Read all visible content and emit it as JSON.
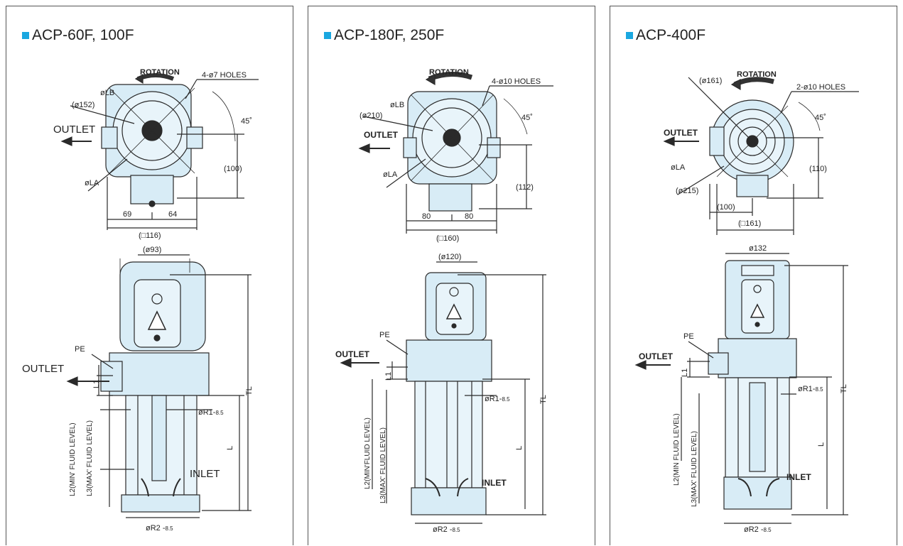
{
  "colors": {
    "body": "#d8ecf6",
    "line": "#2a2a2a",
    "accent": "#1aa7e0"
  },
  "panels": [
    {
      "title": "ACP-60F, 100F",
      "top": {
        "rotation": "ROTATION",
        "holes": "4-ø7  HOLES",
        "angle": "45˚",
        "pcd": "(ø152)",
        "lb": "øLB",
        "la": "øLA",
        "outlet": "OUTLET",
        "height_dim": "(100)",
        "left_dim": "69",
        "right_dim": "64",
        "square": "(□116)"
      },
      "side": {
        "dia": "(ø93)",
        "pe": "PE",
        "outlet": "OUTLET",
        "l1": "L1",
        "tl": "TL",
        "r1": "øR1-",
        "r1_tol": "8.5",
        "l": "L",
        "l2": "L2(MIN' FLUID LEVEL)",
        "l3": "L3(MAX' FLUID LEVEL)",
        "inlet": "INLET",
        "r2": "øR2 -",
        "r2_tol": "8.5"
      }
    },
    {
      "title": "ACP-180F, 250F",
      "top": {
        "rotation": "ROTATION",
        "holes": "4-ø10  HOLES",
        "angle": "45˚",
        "pcd": "(ø210)",
        "lb": "øLB",
        "la": "øLA",
        "outlet": "OUTLET",
        "height_dim": "(112)",
        "left_dim": "80",
        "right_dim": "80",
        "square": "(□160)"
      },
      "side": {
        "dia": "(ø120)",
        "pe": "PE",
        "outlet": "OUTLET",
        "l1": "L1",
        "tl": "TL",
        "r1": "øR1-",
        "r1_tol": "8.5",
        "l": "L",
        "l2": "L2(MIN'FLUID LEVEL)",
        "l3": "L3(MAX' FLUID LEVEL)",
        "inlet": "INLET",
        "r2": "øR2 -",
        "r2_tol": "8.5"
      }
    },
    {
      "title": "ACP-400F",
      "top": {
        "rotation": "ROTATION",
        "holes": "2-ø10  HOLES",
        "angle": "45˚",
        "pcd": "(ø161)",
        "la": "øLA",
        "pcd2": "(ø215)",
        "outlet": "OUTLET",
        "height_dim": "(110)",
        "bottom_dim": "(100)",
        "square": "(□161)"
      },
      "side": {
        "dia": "ø132",
        "pe": "PE",
        "outlet": "OUTLET",
        "l1": "L1",
        "tl": "TL",
        "r1": "øR1-",
        "r1_tol": "8.5",
        "l": "L",
        "l2": "L2(MIN  FLUID  LEVEL)",
        "l3": "L3(MAX'  FLUID  LEVEL)",
        "inlet": "INLET",
        "r2": "øR2 -",
        "r2_tol": "8.5"
      }
    }
  ]
}
